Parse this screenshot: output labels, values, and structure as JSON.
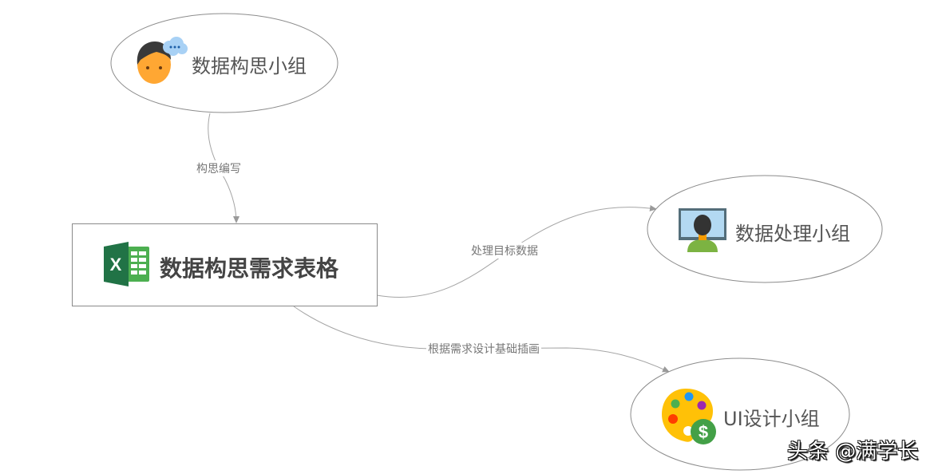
{
  "diagram": {
    "nodes": [
      {
        "id": "idea-group",
        "label": "数据构思小组",
        "shape": "ellipse",
        "icon": "thinking-person-icon"
      },
      {
        "id": "requirements-sheet",
        "label": "数据构思需求表格",
        "shape": "rectangle",
        "icon": "excel-icon"
      },
      {
        "id": "data-group",
        "label": "数据处理小组",
        "shape": "ellipse",
        "icon": "monitor-person-icon"
      },
      {
        "id": "ui-group",
        "label": "UI设计小组",
        "shape": "ellipse",
        "icon": "palette-dollar-icon"
      }
    ],
    "edges": [
      {
        "from": "idea-group",
        "to": "requirements-sheet",
        "label": "构思编写"
      },
      {
        "from": "requirements-sheet",
        "to": "data-group",
        "label": "处理目标数据"
      },
      {
        "from": "requirements-sheet",
        "to": "ui-group",
        "label": "根据需求设计基础插画"
      }
    ]
  },
  "watermark": "头条 @满学长",
  "colors": {
    "line": "#a0a0a0",
    "ellipse_border": "#8c8c8c",
    "excel_dark": "#217346",
    "excel_light": "#4caf50",
    "face": "#ffa733",
    "hair": "#3a3a3a",
    "bubble": "#a8d1f5",
    "palette": "#ffc107",
    "dollar_badge": "#43a047"
  }
}
